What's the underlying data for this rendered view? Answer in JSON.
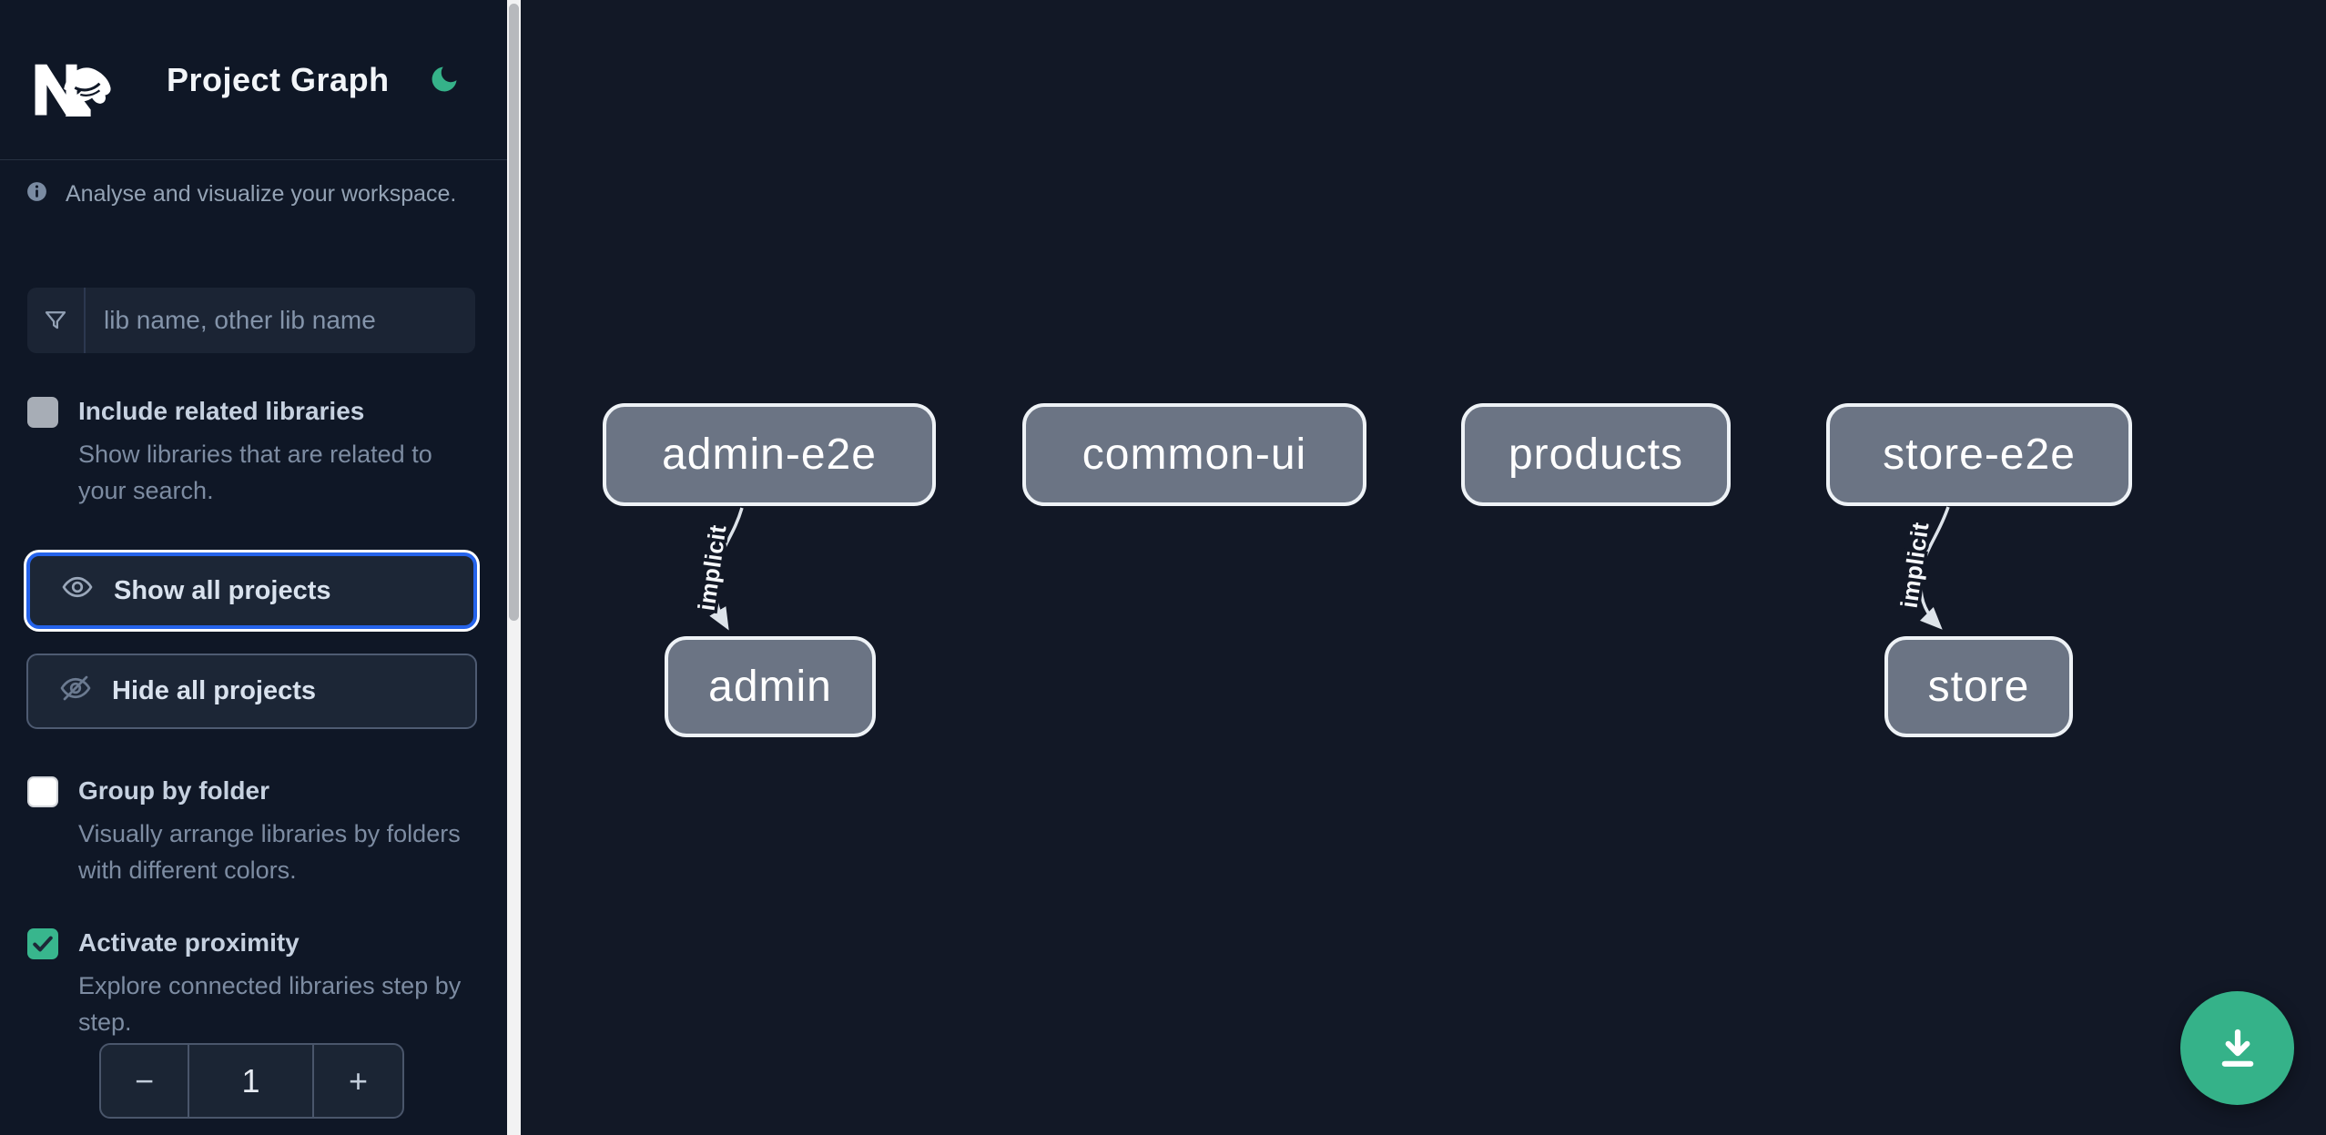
{
  "header": {
    "title": "Project Graph",
    "logo": "nx-logo",
    "theme_icon": "moon-icon",
    "accent_green": "#35b289"
  },
  "sidebar": {
    "info_text": "Analyse and visualize your workspace.",
    "search": {
      "placeholder": "lib name, other lib name",
      "value": "",
      "icon": "funnel-icon"
    },
    "include_related": {
      "label": "Include related libraries",
      "description": "Show libraries that are related to your search.",
      "checked": false
    },
    "show_all_label": "Show all projects",
    "hide_all_label": "Hide all projects",
    "show_all_icon": "eye-icon",
    "hide_all_icon": "eye-off-icon",
    "show_all_focused": true,
    "group_folder": {
      "label": "Group by folder",
      "description": "Visually arrange libraries by folders with different colors.",
      "checked": false
    },
    "proximity": {
      "label": "Activate proximity",
      "description": "Explore connected libraries step by step.",
      "checked": true,
      "stepper": {
        "decrease": "−",
        "value": "1",
        "increase": "+"
      }
    }
  },
  "graph": {
    "nodes": [
      {
        "label": "admin-e2e"
      },
      {
        "label": "common-ui"
      },
      {
        "label": "products"
      },
      {
        "label": "store-e2e"
      },
      {
        "label": "admin"
      },
      {
        "label": "store"
      }
    ],
    "edges": [
      {
        "from": "admin-e2e",
        "to": "admin",
        "label": "implicit"
      },
      {
        "from": "store-e2e",
        "to": "store",
        "label": "implicit"
      }
    ],
    "node_fill": "#6b7484",
    "node_border": "#eef2f6",
    "edge_color": "#dde3ea"
  },
  "fab": {
    "icon": "download-icon",
    "color": "#35b289"
  }
}
